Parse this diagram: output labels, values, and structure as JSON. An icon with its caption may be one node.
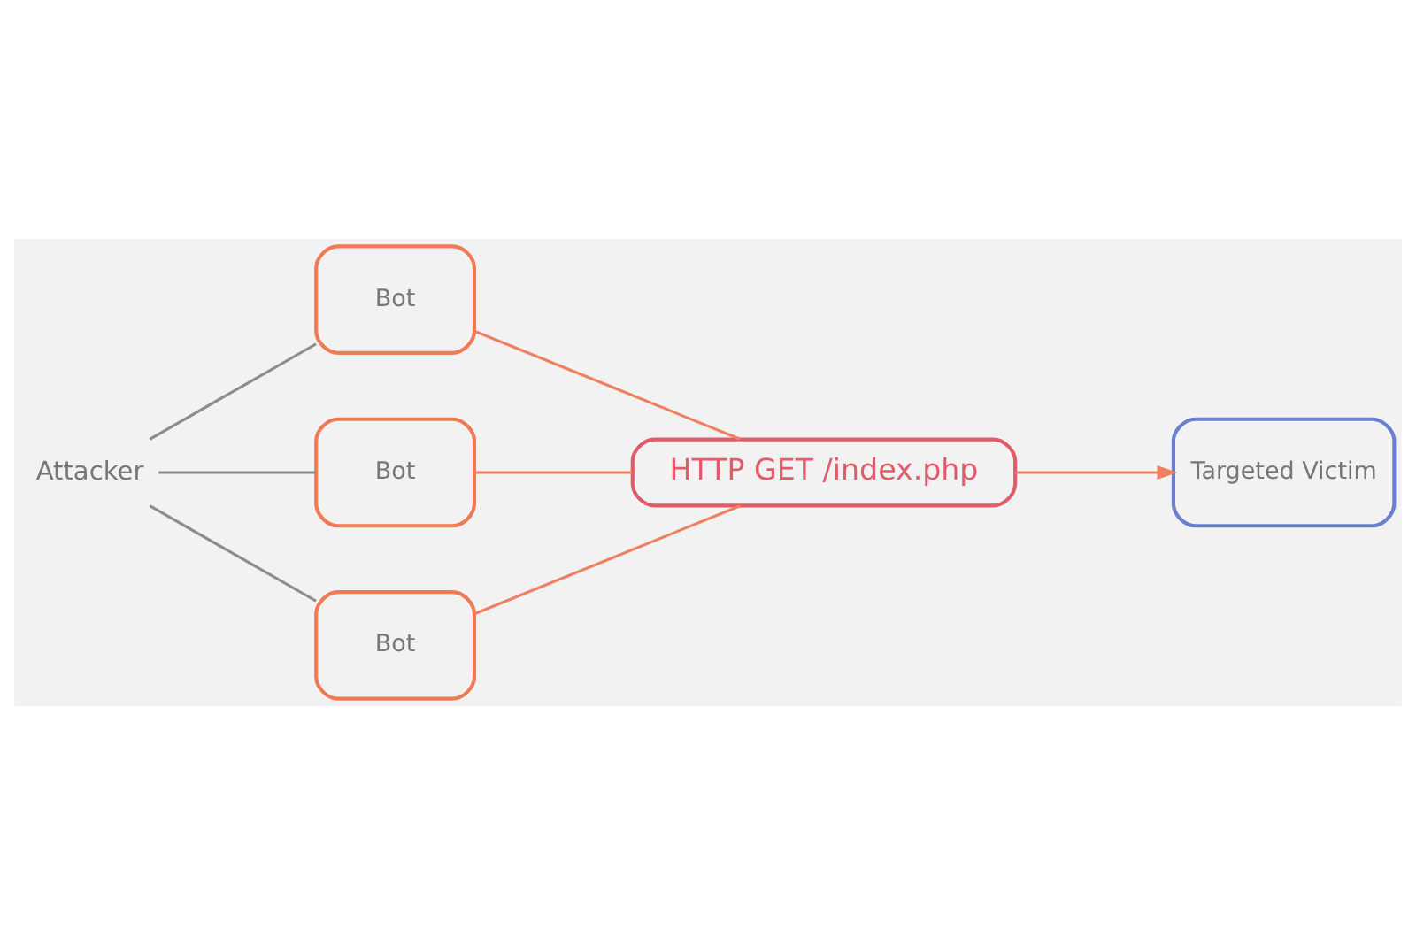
{
  "diagram": {
    "nodes": [
      {
        "text": [
          "Attacker"
        ]
      },
      {
        "text": [
          "Bot"
        ]
      },
      {
        "text": [
          "Bot"
        ]
      },
      {
        "text": [
          "Bot"
        ]
      },
      {
        "text": [
          "HTTP GET /index.php"
        ]
      },
      {
        "text": [
          "Targeted Victim"
        ]
      }
    ],
    "edges": [
      {
        "from": 0,
        "to": 1,
        "arrow": "none",
        "color": "#8c8c8c"
      },
      {
        "from": 0,
        "to": 2,
        "arrow": "none",
        "color": "#8c8c8c"
      },
      {
        "from": 0,
        "to": 3,
        "arrow": "none",
        "color": "#8c8c8c"
      },
      {
        "from": 1,
        "to": 4,
        "arrow": "none"
      },
      {
        "from": 2,
        "to": 4,
        "arrow": "none"
      },
      {
        "from": 3,
        "to": 4,
        "arrow": "none"
      },
      {
        "from": 4,
        "to": 5,
        "arrow": "to"
      }
    ]
  }
}
